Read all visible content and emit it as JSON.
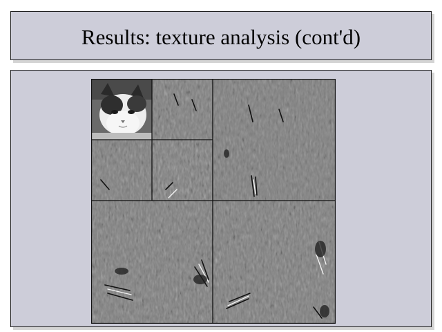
{
  "slide": {
    "title": "Results: texture analysis (cont'd)"
  },
  "figure": {
    "description_icon": "cat-wavelet-pyramid-image",
    "subbands": [
      {
        "level": 2,
        "band": "lowpass",
        "kind": "photo"
      },
      {
        "level": 2,
        "band": "horizontal"
      },
      {
        "level": 2,
        "band": "vertical"
      },
      {
        "level": 2,
        "band": "diagonal"
      },
      {
        "level": 1,
        "band": "horizontal"
      },
      {
        "level": 1,
        "band": "vertical"
      },
      {
        "level": 1,
        "band": "diagonal"
      }
    ]
  },
  "colors": {
    "panel_bg": "#cdcdd9",
    "border": "#1a1a1a",
    "subband_gray": "#808080"
  }
}
